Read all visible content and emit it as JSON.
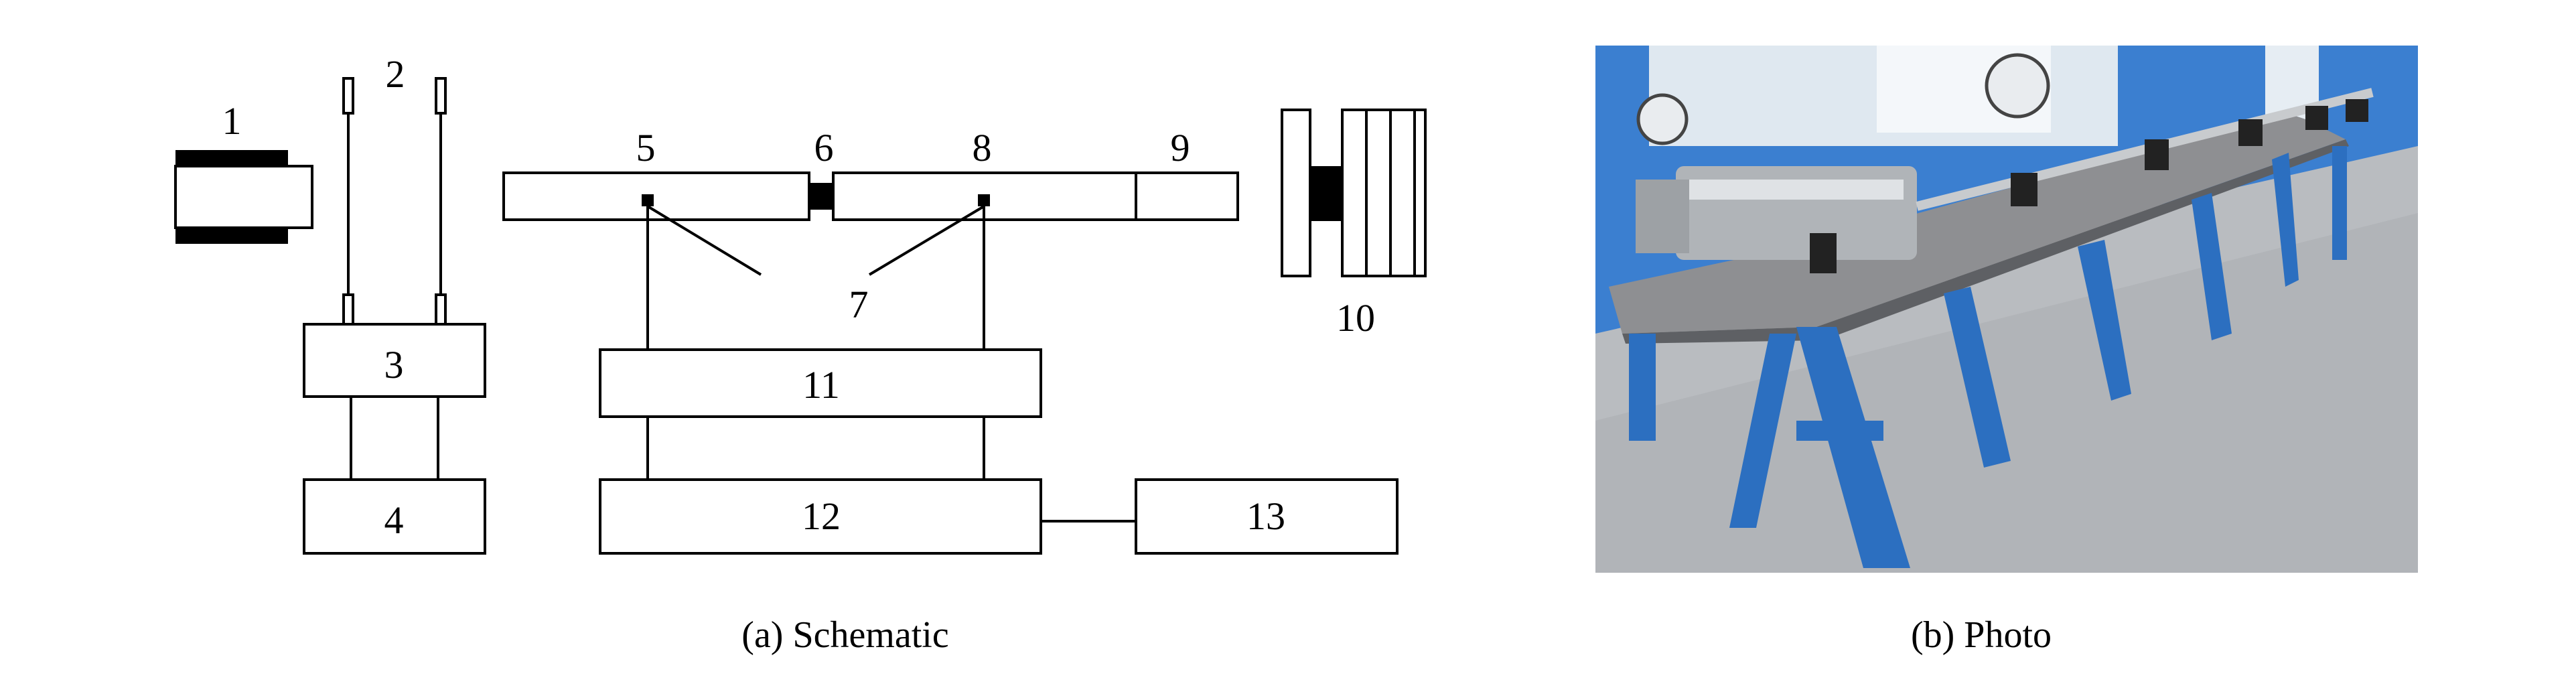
{
  "figure": {
    "schematic": {
      "caption": "(a) Schematic",
      "labels": {
        "n1": "1",
        "n2": "2",
        "n3": "3",
        "n4": "4",
        "n5": "5",
        "n6": "6",
        "n7": "7",
        "n8": "8",
        "n9": "9",
        "n10": "10",
        "n11": "11",
        "n12": "12",
        "n13": "13"
      }
    },
    "photo": {
      "caption": "(b) Photo"
    }
  },
  "colors": {
    "line": "#000000",
    "frame_blue": "#2c6fc0",
    "wall_blue": "#3b7fd0",
    "floor_gray": "#b9bcc0"
  }
}
